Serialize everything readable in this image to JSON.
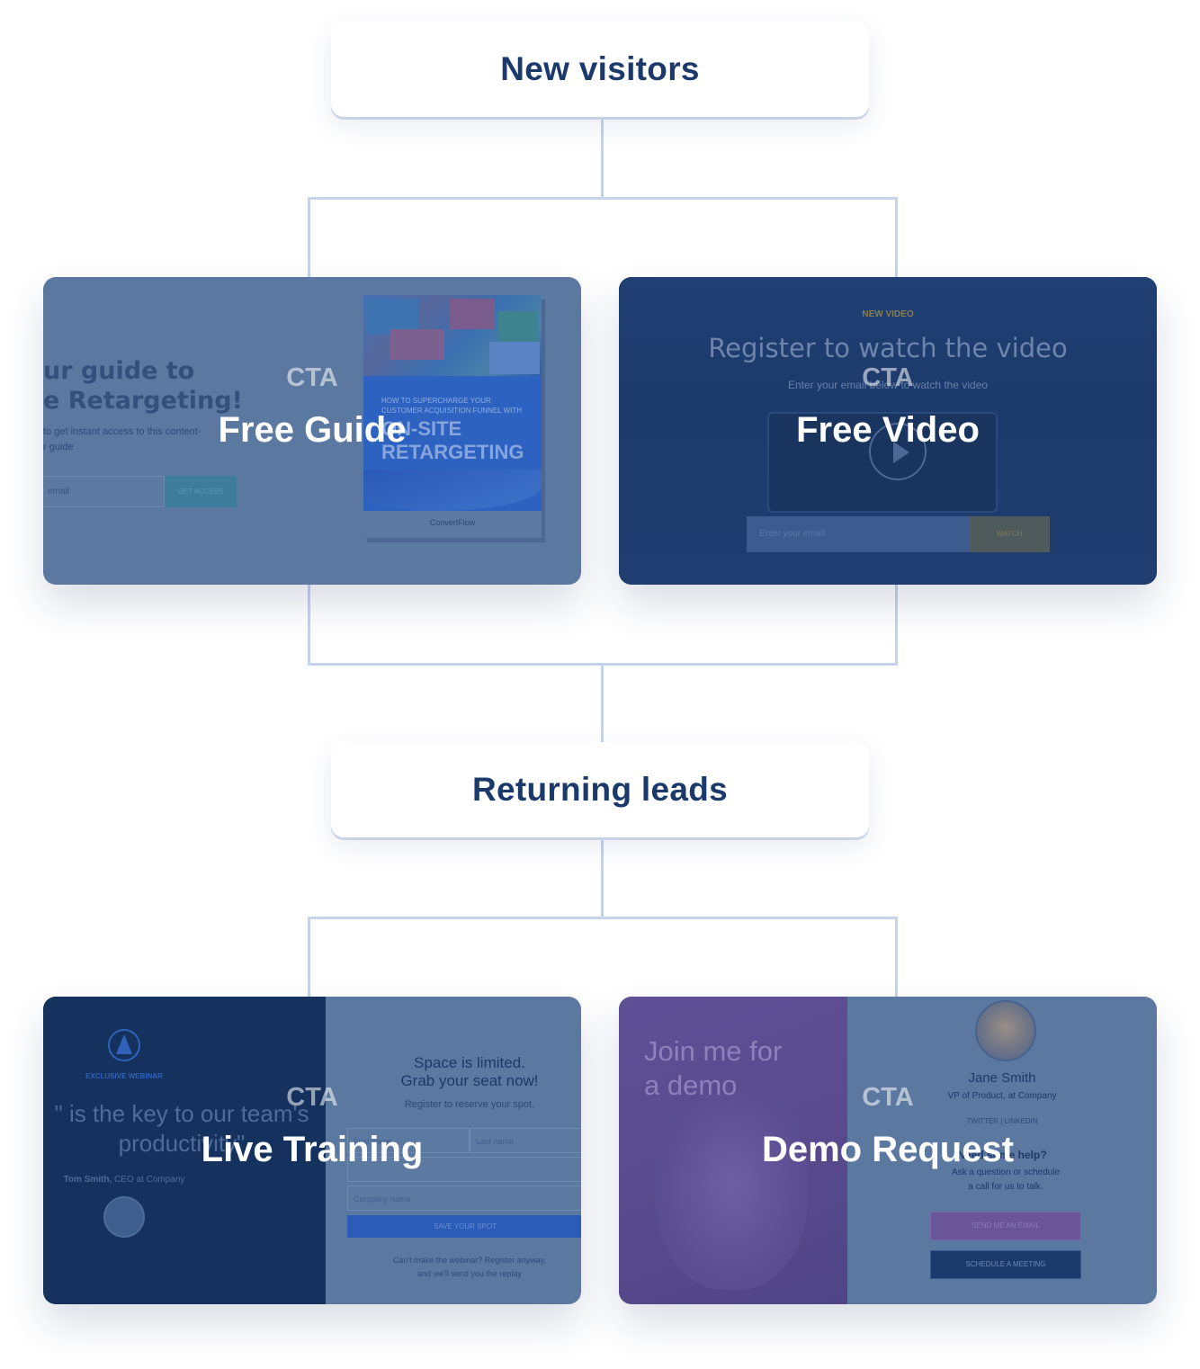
{
  "stages": {
    "new_visitors": "New visitors",
    "returning_leads": "Returning leads"
  },
  "cards": {
    "free_guide": {
      "kicker": "CTA",
      "name": "Free Guide",
      "preview": {
        "headline_line1": "ur guide to",
        "headline_line2": "e Retargeting!",
        "sub_line1": "to get instant access to this content-",
        "sub_line2": "r guide",
        "input_placeholder": "email",
        "button": "GET ACCESS",
        "book_subtitle_line1": "HOW TO SUPERCHARGE YOUR",
        "book_subtitle_line2": "CUSTOMER ACQUISITION FUNNEL WITH",
        "book_title_line1": "ON-SITE",
        "book_title_line2": "RETARGETING",
        "book_brand": "ConvertFlow"
      }
    },
    "free_video": {
      "kicker": "CTA",
      "name": "Free Video",
      "preview": {
        "tag": "NEW VIDEO",
        "headline": "Register to watch the video",
        "sub": "Enter your email below to watch the video",
        "input_placeholder": "Enter your email",
        "button": "WATCH"
      }
    },
    "live_training": {
      "kicker": "CTA",
      "name": "Live Training",
      "preview": {
        "eyebrow": "EXCLUSIVE WEBINAR",
        "quote_line1": "\" is the key to our team's",
        "quote_line2": "productivity\"",
        "byline_name": "Tom Smith,",
        "byline_role": " CEO at Company",
        "form_title_line1": "Space is limited.",
        "form_title_line2": "Grab your seat now!",
        "form_sub": "Register to reserve your spot.",
        "first_name": "First name",
        "last_name": "Last name",
        "company_name": "Company name",
        "button": "SAVE YOUR SPOT",
        "note_line1": "Can't make the webinar? Register anyway,",
        "note_line2": "and we'll send you the replay"
      }
    },
    "demo_request": {
      "kicker": "CTA",
      "name": "Demo Request",
      "preview": {
        "headline_line1": "Join me for",
        "headline_line2": "a demo",
        "person_name": "Jane Smith",
        "person_role": "VP of Product, at Company",
        "social": "TWITTER  |  LINKEDIN",
        "help_title": "Need some help?",
        "help_line1": "Ask a question or schedule",
        "help_line2": "a call for us to talk.",
        "button_email": "SEND ME AN EMAIL",
        "button_meeting": "SCHEDULE A MEETING"
      }
    }
  }
}
